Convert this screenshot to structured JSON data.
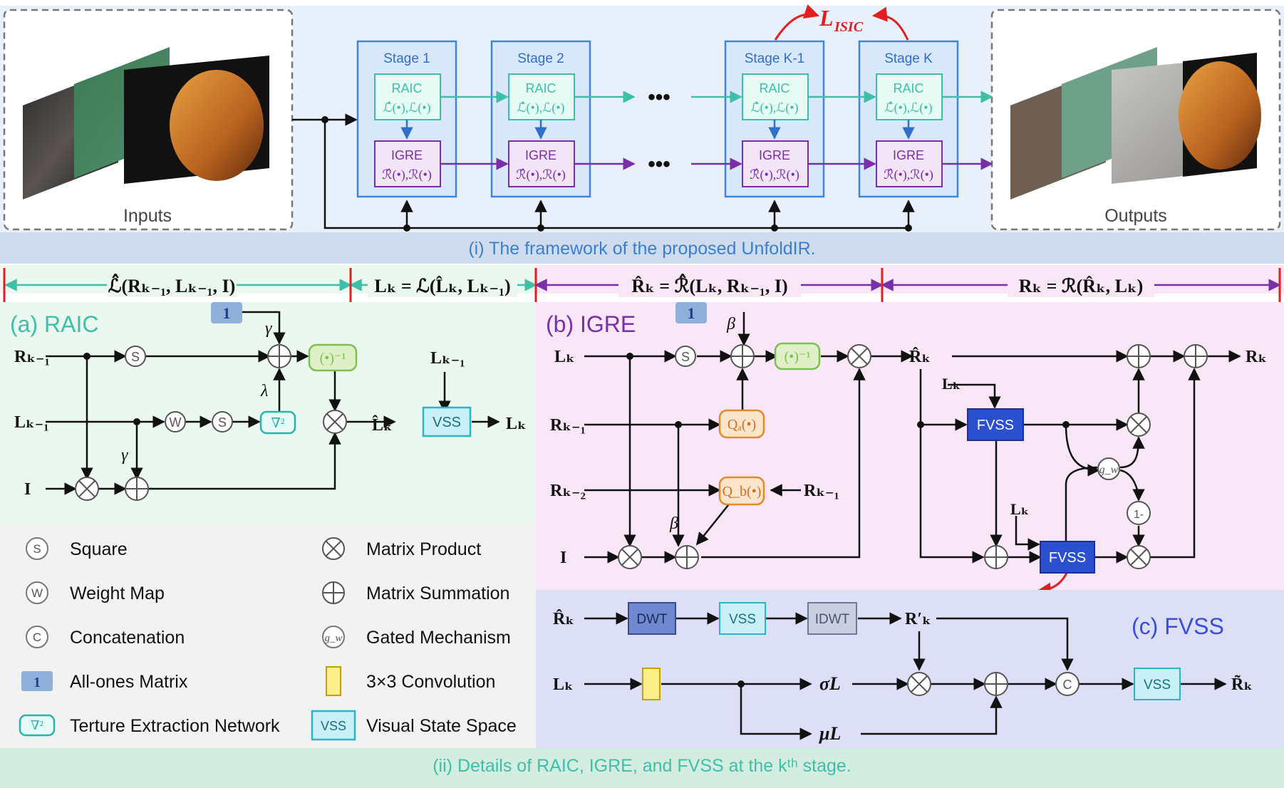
{
  "top": {
    "inputs_label": "Inputs",
    "outputs_label": "Outputs",
    "caption": "(i) The framework of the proposed UnfoldIR.",
    "ellipsis": "•••",
    "loss": "L",
    "loss_sub": "ISIC",
    "stages": [
      {
        "title": "Stage 1",
        "raic": "RAIC",
        "raic_fn": "ℒ̂(•),ℒ(•)",
        "igre": "IGRE",
        "igre_fn": "ℛ̂(•),ℛ(•)"
      },
      {
        "title": "Stage 2",
        "raic": "RAIC",
        "raic_fn": "ℒ̂(•),ℒ(•)",
        "igre": "IGRE",
        "igre_fn": "ℛ̂(•),ℛ(•)"
      },
      {
        "title": "Stage K-1",
        "raic": "RAIC",
        "raic_fn": "ℒ̂(•),ℒ(•)",
        "igre": "IGRE",
        "igre_fn": "ℛ̂(•),ℛ(•)"
      },
      {
        "title": "Stage K",
        "raic": "RAIC",
        "raic_fn": "ℒ̂(•),ℒ(•)",
        "igre": "IGRE",
        "igre_fn": "ℛ̂(•),ℛ(•)"
      }
    ]
  },
  "equations": {
    "eq1": "ℒ̂(Rₖ₋₁, Lₖ₋₁, I)",
    "eq2": "Lₖ = ℒ(L̂ₖ, Lₖ₋₁)",
    "eq3": "R̂ₖ = ℛ̂(Lₖ, Rₖ₋₁, I)",
    "eq4": "Rₖ = ℛ(R̂ₖ, Lₖ)"
  },
  "raic": {
    "title": "(a) RAIC",
    "one": "1",
    "gamma": "γ",
    "lambda": "λ",
    "inverse": "(•)⁻¹",
    "laplace": "∇²",
    "vss": "VSS",
    "in_r": "Rₖ₋₁",
    "in_l": "Lₖ₋₁",
    "in_i": "I",
    "lk_hat": "L̂ₖ",
    "lk_in": "Lₖ₋₁",
    "lk_out": "Lₖ",
    "s": "S",
    "w": "W"
  },
  "igre": {
    "title": "(b) IGRE",
    "one": "1",
    "beta": "β",
    "inverse": "(•)⁻¹",
    "qa": "Qₐ(•)",
    "qb": "Q_b(•)",
    "fvss": "FVSS",
    "gw": "g_w",
    "one_minus": "1-",
    "lk": "Lₖ",
    "rk1": "Rₖ₋₁",
    "rk2": "Rₖ₋₂",
    "rk1_right": "Rₖ₋₁",
    "i": "I",
    "rk_hat": "R̂ₖ",
    "rk": "Rₖ",
    "lk_a": "Lₖ",
    "lk_b": "Lₖ",
    "s": "S"
  },
  "fvss": {
    "title": "(c) FVSS",
    "dwt": "DWT",
    "vss": "VSS",
    "idwt": "IDWT",
    "rk_hat": "R̂ₖ",
    "lk": "Lₖ",
    "rk_prime": "R′ₖ",
    "sigma": "σL",
    "mu": "μL",
    "rk_tilde": "R̃ₖ",
    "c": "C",
    "vss2": "VSS"
  },
  "legend": [
    {
      "symbol": "S",
      "label": "Square"
    },
    {
      "symbol": "W",
      "label": "Weight Map"
    },
    {
      "symbol": "C",
      "label": "Concatenation"
    },
    {
      "symbol": "1",
      "label": "All-ones Matrix"
    },
    {
      "symbol": "∇²",
      "label": "Terture Extraction Network"
    },
    {
      "symbol": "⊗",
      "label": "Matrix Product"
    },
    {
      "symbol": "⊕",
      "label": "Matrix Summation"
    },
    {
      "symbol": "g_w",
      "label": "Gated Mechanism"
    },
    {
      "symbol": "",
      "label": "3×3 Convolution"
    },
    {
      "symbol": "VSS",
      "label": "Visual State Space"
    }
  ],
  "bottom_caption": "(ii) Details of RAIC, IGRE, and FVSS at the kᵗʰ stage.",
  "colors": {
    "teal": "#3dbfa8",
    "purple": "#7a2fa8",
    "blue": "#2f6fc9",
    "red": "#e02020",
    "raic_bg": "#eaf8ef",
    "igre_bg": "#f9e6f6",
    "fvss_bg": "#dcdff6",
    "legend_bg": "#f2f2f2"
  }
}
